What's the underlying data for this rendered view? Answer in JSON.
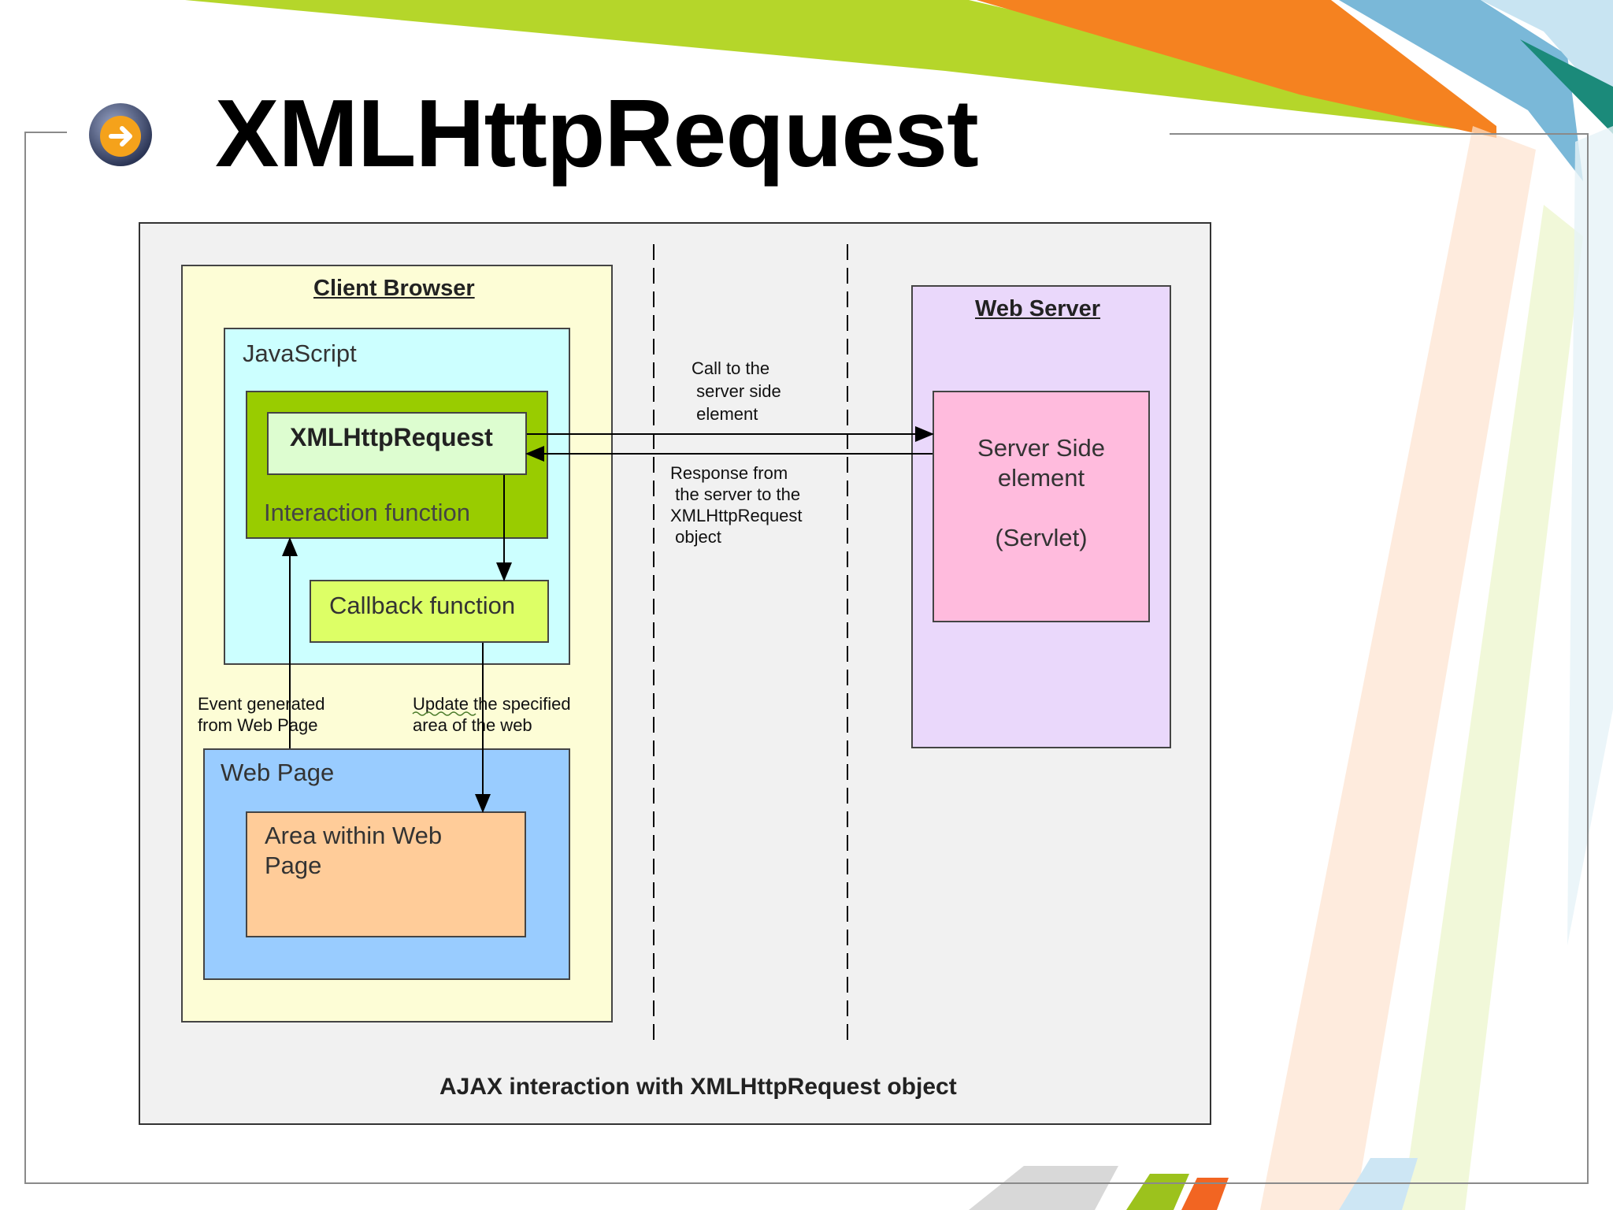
{
  "slide": {
    "title": "XMLHttpRequest",
    "bullet_icon": "arrow-right-circle-icon"
  },
  "diagram": {
    "client_browser_title": "Client Browser",
    "javascript_label": "JavaScript",
    "xhr_label": "XMLHttpRequest",
    "interaction_label": "Interaction function",
    "callback_label": "Callback function",
    "event_note": [
      "Event generated",
      "from  Web Page"
    ],
    "update_note": [
      "Update  the specified",
      "area of  the web"
    ],
    "web_page_label": "Web Page",
    "area_label": [
      "Area within Web",
      "Page"
    ],
    "call_note": [
      "Call to the",
      " server side",
      " element"
    ],
    "response_note": [
      "Response from",
      " the server to the",
      "XMLHttpRequest",
      " object"
    ],
    "web_server_title": "Web Server",
    "server_element_label": [
      "Server Side",
      "element"
    ],
    "servlet_label": "(Servlet)",
    "caption": "AJAX interaction with XMLHttpRequest object"
  },
  "colors": {
    "client_browser_bg": "#fdfdd6",
    "javascript_bg": "#ccffff",
    "interaction_bg": "#99cc00",
    "xhr_bg": "#ddfdd0",
    "callback_bg": "#ddff66",
    "web_page_bg": "#99ccff",
    "area_bg": "#ffcc99",
    "web_server_bg": "#ead8fb",
    "server_element_bg": "#ffbbdd"
  }
}
